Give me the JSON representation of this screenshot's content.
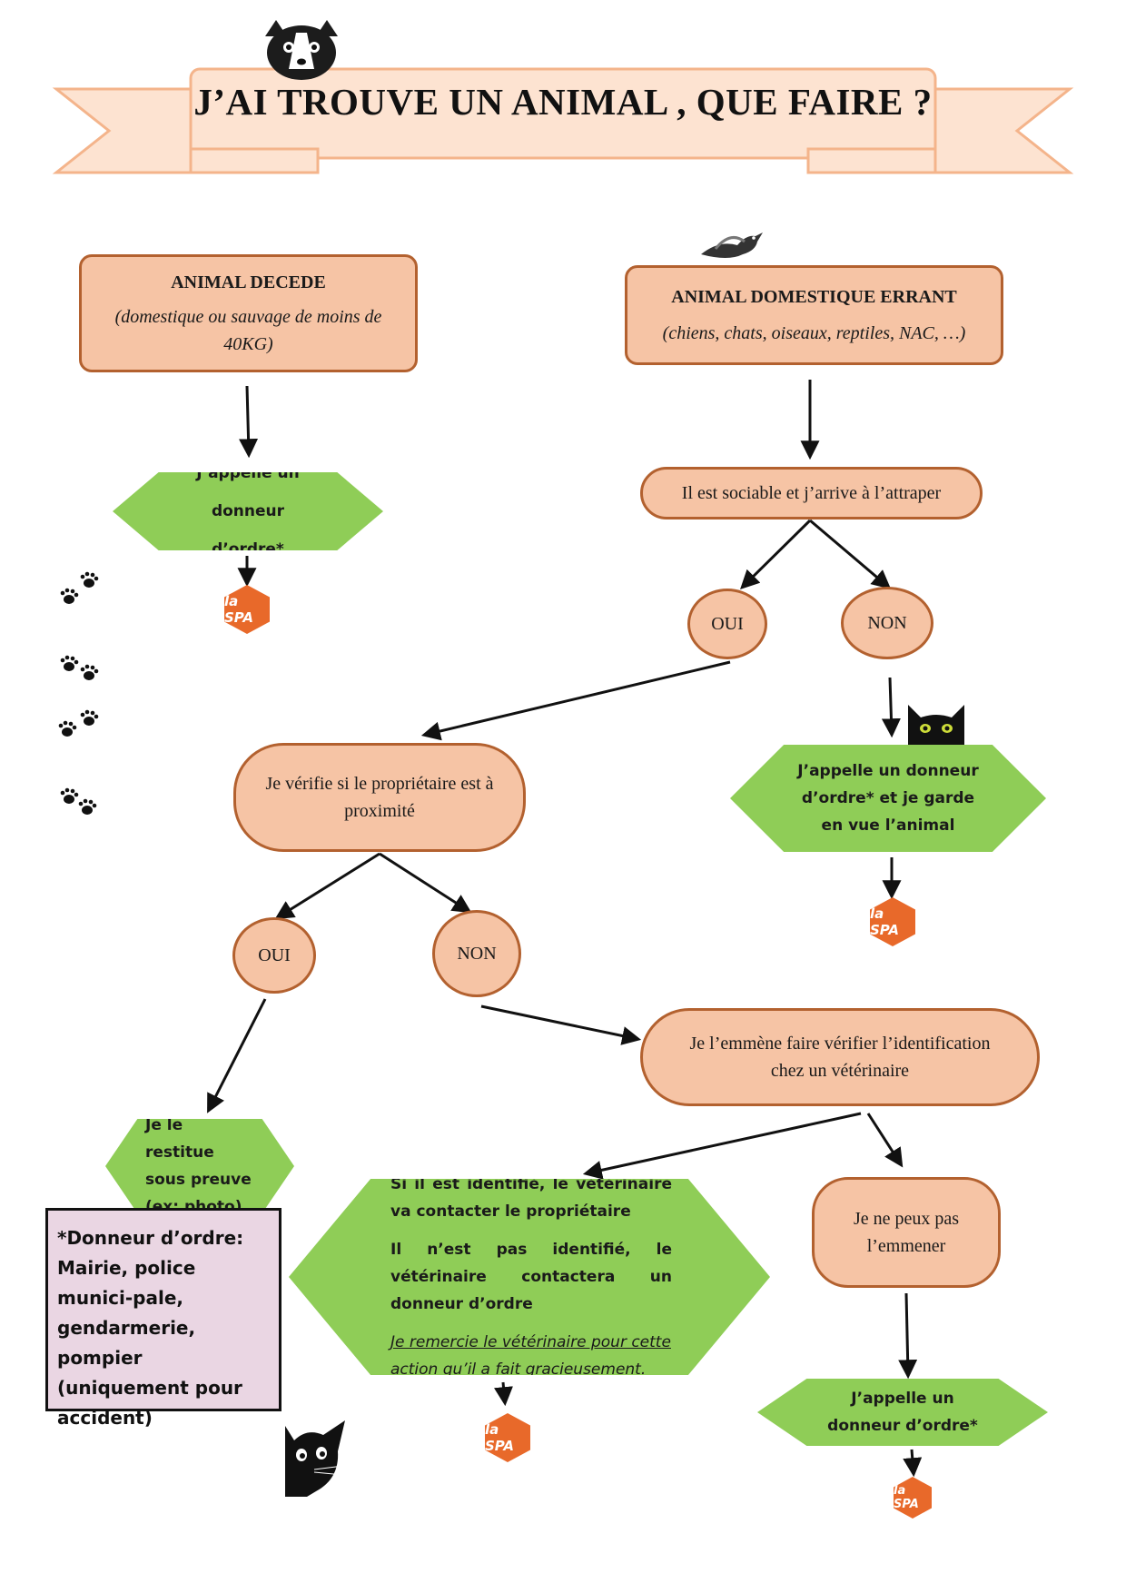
{
  "title": "J’AI TROUVE UN ANIMAL , QUE FAIRE ?",
  "nodes": {
    "decede_title": "ANIMAL DECEDE",
    "decede_sub": "(domestique ou sauvage de moins de 40KG)",
    "errant_title": "ANIMAL DOMESTIQUE ERRANT",
    "errant_sub": "(chiens, chats, oiseaux, reptiles, NAC, …)",
    "appelle_1": "J’appelle un donneur d’ordre*",
    "sociable": "Il est sociable et j’arrive à l’attraper",
    "oui_1": "OUI",
    "non_1": "NON",
    "verifie": "Je vérifie si le propriétaire est à proximité",
    "appelle_garde": "J’appelle un donneur d’ordre* et je garde en vue l’animal",
    "oui_2": "OUI",
    "non_2": "NON",
    "emmene": "Je l’emmène faire vérifier l’identification chez un vétérinaire",
    "restitue": "Je le restitue sous preuve (ex: photo)",
    "identifie_1": "Si il est identifié, le vétérinaire va contacter le propriétaire",
    "identifie_2": "Il n’est pas identifié, le vétérinaire contactera un donneur d’ordre",
    "identifie_3": "Je remercie le vétérinaire pour cette action qu’il a fait gracieusement.",
    "peux_pas": "Je ne peux pas l’emmener",
    "appelle_2": "J’appelle un donneur d’ordre*"
  },
  "note": "*Donneur d’ordre: Mairie, police munici-pale, gendarmerie, pompier (uniquement pour accident)",
  "logo_text": "la SPA",
  "colors": {
    "box_fill": "#f6c4a5",
    "box_border": "#b3612f",
    "hex_fill": "#8fcd57",
    "note_fill": "#ead6e3",
    "logo": "#e8692a",
    "banner": "#fde3d1"
  }
}
